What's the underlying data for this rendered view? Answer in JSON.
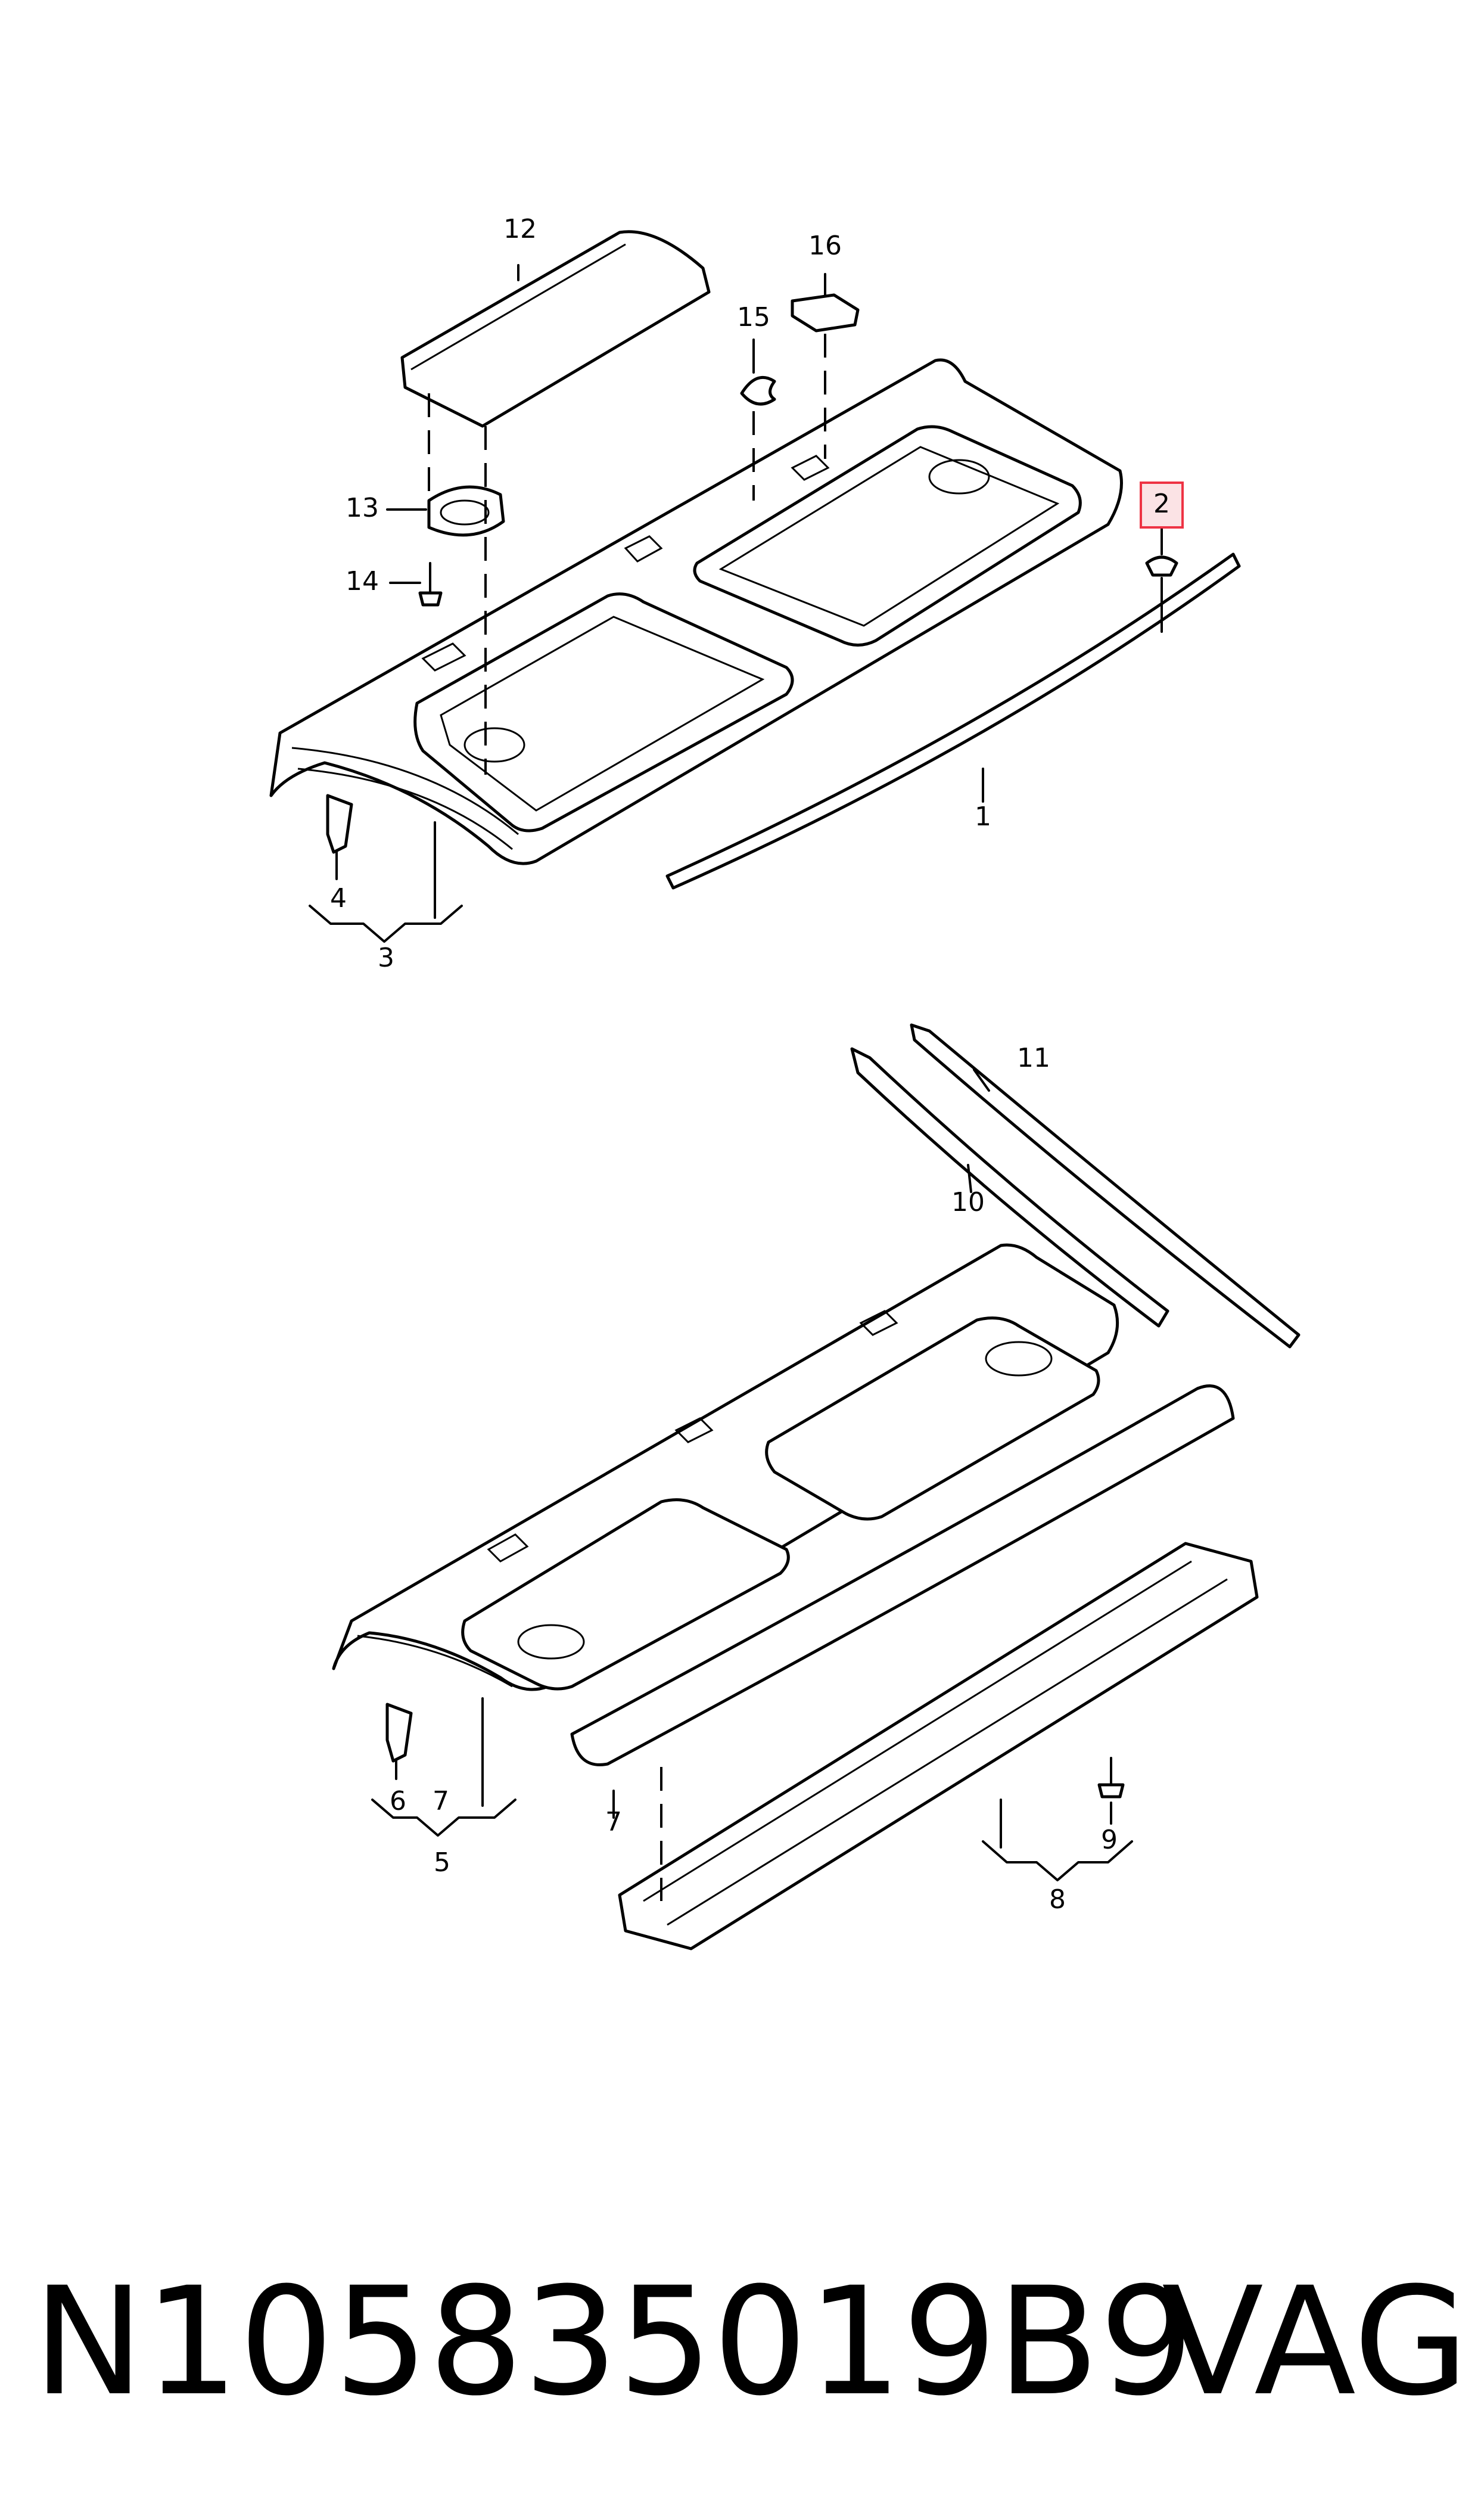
{
  "callouts": {
    "c1": "1",
    "c2": "2",
    "c3": "3",
    "c4": "4",
    "c5": "5",
    "c6": "6",
    "c7a": "7",
    "c7b": "7",
    "c8": "8",
    "c9": "9",
    "c10": "10",
    "c11": "11",
    "c12": "12",
    "c13": "13",
    "c14": "14",
    "c15": "15",
    "c16": "16"
  },
  "highlight": {
    "callout": "2",
    "color": "#ee3344",
    "fill": "#fbe3e5"
  },
  "footer": {
    "part_number": "N105835019B9",
    "brand": "VAG"
  }
}
